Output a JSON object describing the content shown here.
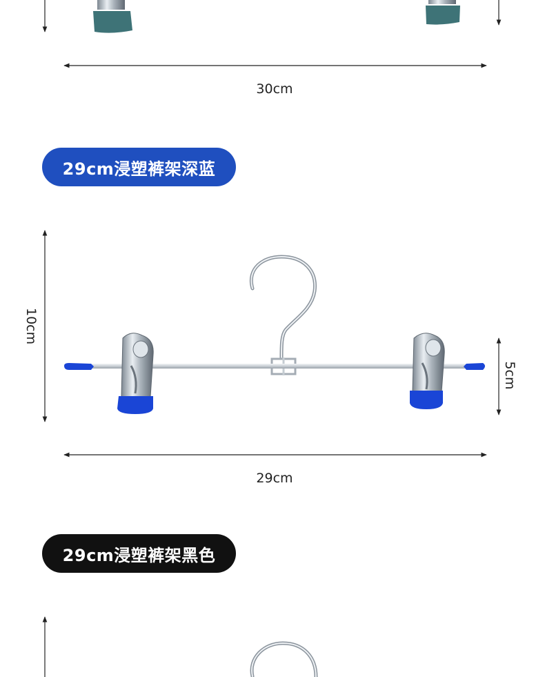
{
  "sections": [
    {
      "width_label": "30cm",
      "clip_color": "#3e7377"
    },
    {
      "badge_label": "29cm浸塑裤架深蓝",
      "badge_color": "#1f4fbf",
      "height_label": "10cm",
      "clip_height_label": "5cm",
      "width_label": "29cm",
      "clip_color": "#1a45d6",
      "tip_color": "#1a45d6"
    },
    {
      "badge_label": "29cm浸塑裤架黑色",
      "badge_color": "#111111"
    }
  ]
}
